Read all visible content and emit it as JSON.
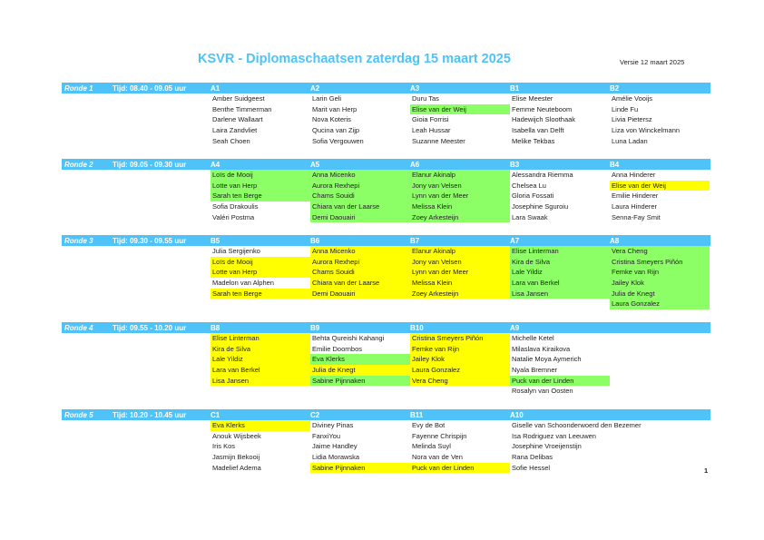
{
  "title": "KSVR - Diplomaschaatsen zaterdag 15 maart 2025",
  "version": "Versie 12 maart 2025",
  "page_number": "1",
  "colors": {
    "header": "#4fc3f7",
    "yellow": "#ffff00",
    "green": "#8cff66"
  },
  "rounds": [
    {
      "name": "Ronde 1",
      "time": "Tijd: 08.40 - 09.05 uur",
      "groups": [
        {
          "label": "A1",
          "skaters": [
            {
              "name": "Amber Suidgeest",
              "hl": ""
            },
            {
              "name": "Benthe Timmerman",
              "hl": ""
            },
            {
              "name": "Darlene Wallaart",
              "hl": ""
            },
            {
              "name": "Laira Zandvliet",
              "hl": ""
            },
            {
              "name": "Seah Choen",
              "hl": ""
            }
          ]
        },
        {
          "label": "A2",
          "skaters": [
            {
              "name": "Larin Geli",
              "hl": ""
            },
            {
              "name": "Marit van Herp",
              "hl": ""
            },
            {
              "name": "Nova Koteris",
              "hl": ""
            },
            {
              "name": "Qucina van Zijp",
              "hl": ""
            },
            {
              "name": "Sofia Vergouwen",
              "hl": ""
            }
          ]
        },
        {
          "label": "A3",
          "skaters": [
            {
              "name": "Duru Tas",
              "hl": ""
            },
            {
              "name": "Elise van der Weij",
              "hl": "g"
            },
            {
              "name": "Gioia Forrisi",
              "hl": ""
            },
            {
              "name": "Leah Hussar",
              "hl": ""
            },
            {
              "name": "Suzanne Meester",
              "hl": ""
            }
          ]
        },
        {
          "label": "B1",
          "skaters": [
            {
              "name": "Elise Meester",
              "hl": ""
            },
            {
              "name": "Femme Neuteboom",
              "hl": ""
            },
            {
              "name": "Hadewijch Sloothaak",
              "hl": ""
            },
            {
              "name": "Isabella van Delft",
              "hl": ""
            },
            {
              "name": "Melike Tekbas",
              "hl": ""
            }
          ]
        },
        {
          "label": "B2",
          "skaters": [
            {
              "name": "Amélie Vooijs",
              "hl": ""
            },
            {
              "name": "Linde Fu",
              "hl": ""
            },
            {
              "name": "Livia Pietersz",
              "hl": ""
            },
            {
              "name": "Liza von Winckelmann",
              "hl": ""
            },
            {
              "name": "Luna Ladan",
              "hl": ""
            }
          ]
        }
      ]
    },
    {
      "name": "Ronde 2",
      "time": "Tijd: 09.05 - 09.30 uur",
      "groups": [
        {
          "label": "A4",
          "skaters": [
            {
              "name": "Loïs de Mooij",
              "hl": "g"
            },
            {
              "name": "Lotte van Herp",
              "hl": "g"
            },
            {
              "name": "Sarah ten Berge",
              "hl": "g"
            },
            {
              "name": "Sofia Drakoulis",
              "hl": ""
            },
            {
              "name": "Valéri Postma",
              "hl": ""
            }
          ]
        },
        {
          "label": "A5",
          "skaters": [
            {
              "name": "Anna Micenko",
              "hl": "g"
            },
            {
              "name": "Aurora Rexhepi",
              "hl": "g"
            },
            {
              "name": "Chams Souidi",
              "hl": "g"
            },
            {
              "name": "Chiara van der Laarse",
              "hl": "g"
            },
            {
              "name": "Demi Daouairi",
              "hl": "g"
            }
          ]
        },
        {
          "label": "A6",
          "skaters": [
            {
              "name": "Elanur Akinalp",
              "hl": "g"
            },
            {
              "name": "Jony van Velsen",
              "hl": "g"
            },
            {
              "name": "Lynn van der Meer",
              "hl": "g"
            },
            {
              "name": "Melissa Klein",
              "hl": "g"
            },
            {
              "name": "Zoey Arkesteijn",
              "hl": "g"
            }
          ]
        },
        {
          "label": "B3",
          "skaters": [
            {
              "name": "Alessandra Riemma",
              "hl": ""
            },
            {
              "name": "Chelsea Lu",
              "hl": ""
            },
            {
              "name": "Gloria Fossati",
              "hl": ""
            },
            {
              "name": "Josephine Sguroiu",
              "hl": ""
            },
            {
              "name": "Lara Swaak",
              "hl": ""
            }
          ]
        },
        {
          "label": "B4",
          "skaters": [
            {
              "name": "Anna Hinderer",
              "hl": ""
            },
            {
              "name": "Elise van der Weij",
              "hl": "y"
            },
            {
              "name": "Emilie Hinderer",
              "hl": ""
            },
            {
              "name": "Laura Hinderer",
              "hl": ""
            },
            {
              "name": "Senna-Fay Smit",
              "hl": ""
            }
          ]
        }
      ]
    },
    {
      "name": "Ronde 3",
      "time": "Tijd: 09.30 - 09.55 uur",
      "groups": [
        {
          "label": "B5",
          "skaters": [
            {
              "name": "Julia Sergijenko",
              "hl": ""
            },
            {
              "name": "Loïs de Mooij",
              "hl": "y"
            },
            {
              "name": "Lotte van Herp",
              "hl": "y"
            },
            {
              "name": "Madelon van Alphen",
              "hl": ""
            },
            {
              "name": "Sarah ten Berge",
              "hl": "y"
            }
          ]
        },
        {
          "label": "B6",
          "skaters": [
            {
              "name": "Anna Micenko",
              "hl": "y"
            },
            {
              "name": "Aurora Rexhepi",
              "hl": "y"
            },
            {
              "name": "Chams Souidi",
              "hl": "y"
            },
            {
              "name": "Chiara van der Laarse",
              "hl": "y"
            },
            {
              "name": "Demi Daouairi",
              "hl": "y"
            }
          ]
        },
        {
          "label": "B7",
          "skaters": [
            {
              "name": "Elanur Akinalp",
              "hl": "y"
            },
            {
              "name": "Jony van Velsen",
              "hl": "y"
            },
            {
              "name": "Lynn van der Meer",
              "hl": "y"
            },
            {
              "name": "Melissa Klein",
              "hl": "y"
            },
            {
              "name": "Zoey Arkesteijn",
              "hl": "y"
            }
          ]
        },
        {
          "label": "A7",
          "skaters": [
            {
              "name": "Elise Linterman",
              "hl": "g"
            },
            {
              "name": "Kira de Silva",
              "hl": "g"
            },
            {
              "name": "Lale Yildiz",
              "hl": "g"
            },
            {
              "name": "Lara van Berkel",
              "hl": "g"
            },
            {
              "name": "Lisa Jansen",
              "hl": "g"
            }
          ]
        },
        {
          "label": "A8",
          "skaters": [
            {
              "name": "Vera Cheng",
              "hl": "g"
            },
            {
              "name": "Cristina Smeyers Piñón",
              "hl": "g"
            },
            {
              "name": "Femke van Rijn",
              "hl": "g"
            },
            {
              "name": "Jailey Klok",
              "hl": "g"
            },
            {
              "name": "Julia de Knegt",
              "hl": "g"
            },
            {
              "name": "Laura Gonzalez",
              "hl": "g"
            }
          ]
        }
      ]
    },
    {
      "name": "Ronde 4",
      "time": "Tijd: 09.55 - 10.20 uur",
      "groups": [
        {
          "label": "B8",
          "skaters": [
            {
              "name": "Elise Linterman",
              "hl": "y"
            },
            {
              "name": "Kira de Silva",
              "hl": "y"
            },
            {
              "name": "Lale Yildiz",
              "hl": "y"
            },
            {
              "name": "Lara van Berkel",
              "hl": "y"
            },
            {
              "name": "Lisa Jansen",
              "hl": "y"
            }
          ]
        },
        {
          "label": "B9",
          "skaters": [
            {
              "name": "Behta Qureishi Kahangi",
              "hl": ""
            },
            {
              "name": "Emilie Doornbos",
              "hl": ""
            },
            {
              "name": "Eva Klerks",
              "hl": "g"
            },
            {
              "name": "Julia de Knegt",
              "hl": "y"
            },
            {
              "name": "Sabine Pijnnaken",
              "hl": "g"
            }
          ]
        },
        {
          "label": "B10",
          "skaters": [
            {
              "name": "Cristina Smeyers Piñón",
              "hl": "y"
            },
            {
              "name": "Femke van Rijn",
              "hl": "y"
            },
            {
              "name": "Jailey Klok",
              "hl": "y"
            },
            {
              "name": "Laura Gonzalez",
              "hl": "y"
            },
            {
              "name": "Vera Cheng",
              "hl": "y"
            }
          ]
        },
        {
          "label": "A9",
          "skaters": [
            {
              "name": "Michelle Ketel",
              "hl": ""
            },
            {
              "name": "Milaslava Kiraikova",
              "hl": ""
            },
            {
              "name": "Natalie Moya Aymerich",
              "hl": ""
            },
            {
              "name": "Nyala Bremner",
              "hl": ""
            },
            {
              "name": "Puck van der Linden",
              "hl": "g"
            },
            {
              "name": "Rosalyn van Oosten",
              "hl": ""
            }
          ]
        }
      ]
    },
    {
      "name": "Ronde 5",
      "time": "Tijd: 10.20 - 10.45 uur",
      "groups": [
        {
          "label": "C1",
          "skaters": [
            {
              "name": "Eva Klerks",
              "hl": "y"
            },
            {
              "name": "Anouk Wijsbeek",
              "hl": ""
            },
            {
              "name": "Iris Kos",
              "hl": ""
            },
            {
              "name": "Jasmijn Bekooij",
              "hl": ""
            },
            {
              "name": "Madelief Adema",
              "hl": ""
            }
          ]
        },
        {
          "label": "C2",
          "skaters": [
            {
              "name": "Diviney Pinas",
              "hl": ""
            },
            {
              "name": "FanxiYou",
              "hl": ""
            },
            {
              "name": "Jaime Handley",
              "hl": ""
            },
            {
              "name": "Lidia Morawska",
              "hl": ""
            },
            {
              "name": "Sabine Pijnnaken",
              "hl": "y"
            }
          ]
        },
        {
          "label": "B11",
          "skaters": [
            {
              "name": "Evy de Bot",
              "hl": ""
            },
            {
              "name": "Fayenne Chrispijn",
              "hl": ""
            },
            {
              "name": "Melinda Suyl",
              "hl": ""
            },
            {
              "name": "Nora van de Ven",
              "hl": ""
            },
            {
              "name": "Puck van der Linden",
              "hl": "y"
            }
          ]
        },
        {
          "label": "A10",
          "skaters": [
            {
              "name": "Giselle van Schoonderwoerd den Bezemer",
              "hl": ""
            },
            {
              "name": "Isa Rodriguez van Leeuwen",
              "hl": ""
            },
            {
              "name": "Josephine Vroeijenstijn",
              "hl": ""
            },
            {
              "name": "Rana Delibas",
              "hl": ""
            },
            {
              "name": "Sofie Hessel",
              "hl": ""
            }
          ]
        }
      ]
    }
  ]
}
